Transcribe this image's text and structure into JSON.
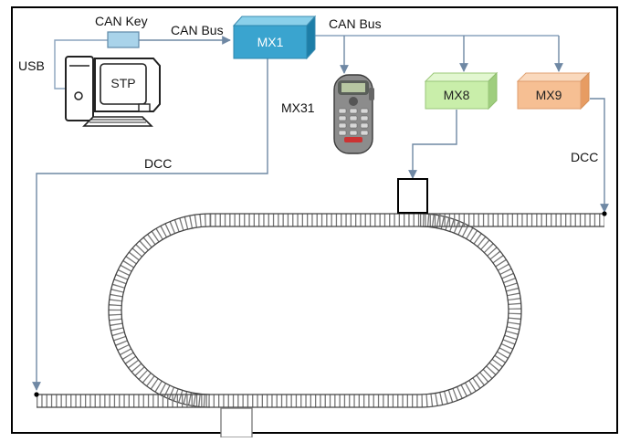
{
  "labels": {
    "can_key": "CAN Key",
    "can_bus_left": "CAN Bus",
    "can_bus_right": "CAN Bus",
    "usb": "USB",
    "dcc_left": "DCC",
    "dcc_right": "DCC"
  },
  "devices": {
    "pc": "STP",
    "central": "MX1",
    "handheld": "MX31",
    "module_a": "MX8",
    "module_b": "MX9"
  },
  "colors": {
    "mx1": "#3aa4cf",
    "mx8": "#c9eeaa",
    "mx9": "#f6bf93",
    "can_key": "#a9d3ea",
    "wire": "#8aa3bd"
  }
}
